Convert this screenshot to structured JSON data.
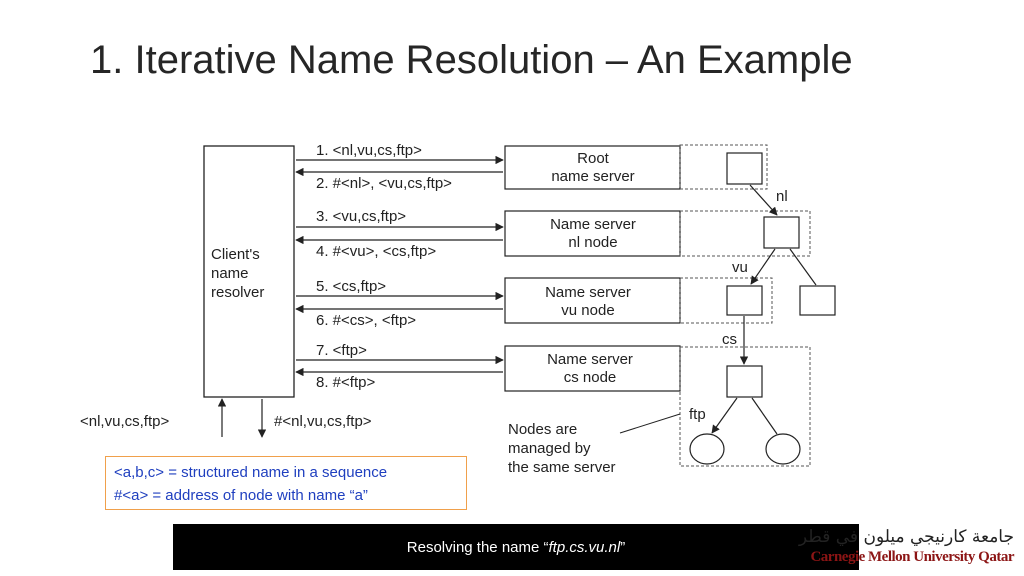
{
  "slide": {
    "title": "1. Iterative Name Resolution – An Example"
  },
  "diagram": {
    "client_label": [
      "Client's",
      "name",
      "resolver"
    ],
    "messages": [
      "1. <nl,vu,cs,ftp>",
      "2. #<nl>, <vu,cs,ftp>",
      "3. <vu,cs,ftp>",
      "4. #<vu>, <cs,ftp>",
      "5. <cs,ftp>",
      "6. #<cs>, <ftp>",
      "7. <ftp>",
      "8. #<ftp>"
    ],
    "servers": [
      [
        "Root",
        "name server"
      ],
      [
        "Name server",
        "nl node"
      ],
      [
        "Name server",
        "vu node"
      ],
      [
        "Name server",
        "cs node"
      ]
    ],
    "tree_labels": {
      "nl": "nl",
      "vu": "vu",
      "cs": "cs",
      "ftp": "ftp"
    },
    "input_label": "<nl,vu,cs,ftp>",
    "output_label": "#<nl,vu,cs,ftp>",
    "note": [
      "Nodes are",
      "managed by",
      "the same server"
    ]
  },
  "legend": {
    "line1": "<a,b,c> = structured name in a sequence",
    "line2": "#<a> = address of node with name “a”"
  },
  "footer": {
    "prefix": "Resolving the name “",
    "name": "ftp.cs.vu.nl",
    "suffix": "”"
  },
  "logo": {
    "arabic": "جامعة كارنيجي ميلون في قطر",
    "english": "Carnegie Mellon University Qatar"
  }
}
